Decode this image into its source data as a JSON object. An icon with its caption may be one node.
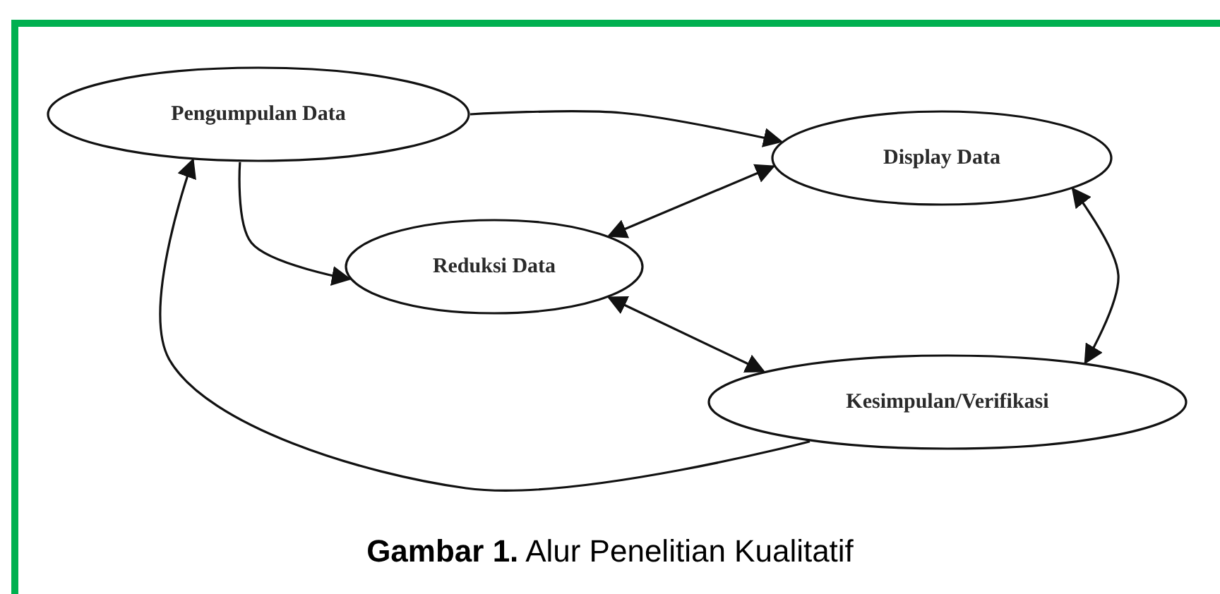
{
  "diagram": {
    "caption": "**Gambar 1.** Alur Penelitian Kualitatif",
    "nodes": [
      {
        "text": [
          "Pengumpulan Data"
        ]
      },
      {
        "text": [
          "Display Data"
        ]
      },
      {
        "text": [
          "Reduksi Data"
        ]
      },
      {
        "text": [
          "Kesimpulan/Verifikasi"
        ]
      }
    ],
    "edges": [
      {
        "from": 0,
        "to": 1,
        "arrow": "to"
      },
      {
        "from": 0,
        "to": 2,
        "arrow": "to"
      },
      {
        "from": 1,
        "to": 2,
        "arrow": "both"
      },
      {
        "from": 2,
        "to": 3,
        "arrow": "both"
      },
      {
        "from": 1,
        "to": 3,
        "arrow": "both"
      },
      {
        "from": 3,
        "to": 0,
        "arrow": "to"
      }
    ]
  }
}
